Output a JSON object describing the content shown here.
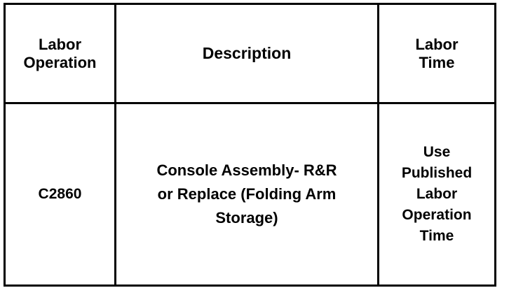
{
  "table": {
    "headers": {
      "labor_operation": "Labor\nOperation",
      "labor_operation_line1": "Labor",
      "labor_operation_line2": "Operation",
      "description": "Description",
      "labor_time_line1": "Labor",
      "labor_time_line2": "Time"
    },
    "rows": [
      {
        "labor_operation": "C2860",
        "description_line1": "Console Assembly- R&R",
        "description_line2": "or Replace (Folding Arm",
        "description_line3": "Storage)",
        "labor_time_line1": "Use",
        "labor_time_line2": "Published",
        "labor_time_line3": "Labor",
        "labor_time_line4": "Operation",
        "labor_time_line5": "Time"
      }
    ]
  },
  "colors": {
    "border": "#000000",
    "text": "#000000",
    "background": "#ffffff"
  }
}
